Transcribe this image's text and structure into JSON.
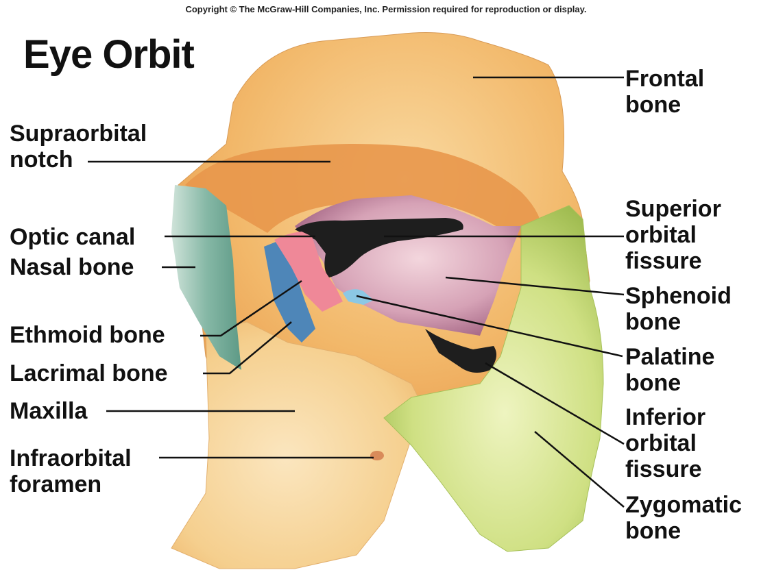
{
  "copyright": "Copyright © The McGraw-Hill Companies, Inc. Permission required for reproduction or display.",
  "title": "Eye Orbit",
  "labels": {
    "frontal_bone": [
      "Frontal",
      "bone"
    ],
    "supraorbital_notch": [
      "Supraorbital",
      "notch"
    ],
    "superior_orbital_fissure": [
      "Superior",
      "orbital",
      "fissure"
    ],
    "optic_canal": [
      "Optic canal"
    ],
    "nasal_bone": [
      "Nasal bone"
    ],
    "sphenoid_bone": [
      "Sphenoid",
      "bone"
    ],
    "ethmoid_bone": [
      "Ethmoid bone"
    ],
    "palatine_bone": [
      "Palatine",
      "bone"
    ],
    "lacrimal_bone": [
      "Lacrimal bone"
    ],
    "maxilla": [
      "Maxilla"
    ],
    "inferior_orbital_fissure": [
      "Inferior",
      "orbital",
      "fissure"
    ],
    "infraorbital_foramen": [
      "Infraorbital",
      "foramen"
    ],
    "zygomatic_bone": [
      "Zygomatic",
      "bone"
    ]
  },
  "colors": {
    "frontal": "#f2b86a",
    "maxilla": "#f6d39a",
    "nasal": "#86b8a6",
    "lacrimal": "#4e86b8",
    "ethmoid": "#ef8898",
    "sphenoid": "#c68aa6",
    "zygomatic": "#c7d870",
    "palatine": "#8cc8e4",
    "fissure": "#1e1e1e",
    "leader_line": "#111111"
  }
}
